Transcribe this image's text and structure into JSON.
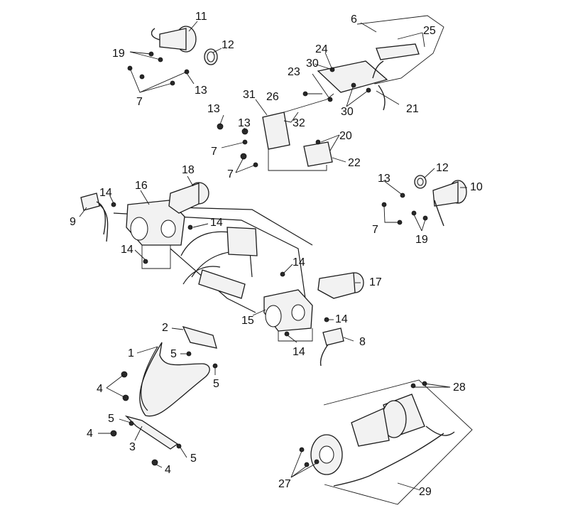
{
  "callouts": {
    "c1": "1",
    "c2": "2",
    "c3": "3",
    "c4a": "4",
    "c4b": "4",
    "c4c": "4",
    "c5a": "5",
    "c5b": "5",
    "c5c": "5",
    "c5d": "5",
    "c6": "6",
    "c7a": "7",
    "c7b": "7",
    "c7c": "7",
    "c7d": "7",
    "c8": "8",
    "c9": "9",
    "c10": "10",
    "c11": "11",
    "c12a": "12",
    "c12b": "12",
    "c13a": "13",
    "c13b": "13",
    "c13c": "13",
    "c13d": "13",
    "c14a": "14",
    "c14b": "14",
    "c14c": "14",
    "c14d": "14",
    "c14e": "14",
    "c14f": "14",
    "c15": "15",
    "c16": "16",
    "c17": "17",
    "c18": "18",
    "c19a": "19",
    "c19b": "19",
    "c20": "20",
    "c21": "21",
    "c22": "22",
    "c23": "23",
    "c24": "24",
    "c25": "25",
    "c26": "26",
    "c27": "27",
    "c28": "28",
    "c29": "29",
    "c30a": "30",
    "c30b": "30",
    "c31": "31",
    "c32": "32"
  }
}
